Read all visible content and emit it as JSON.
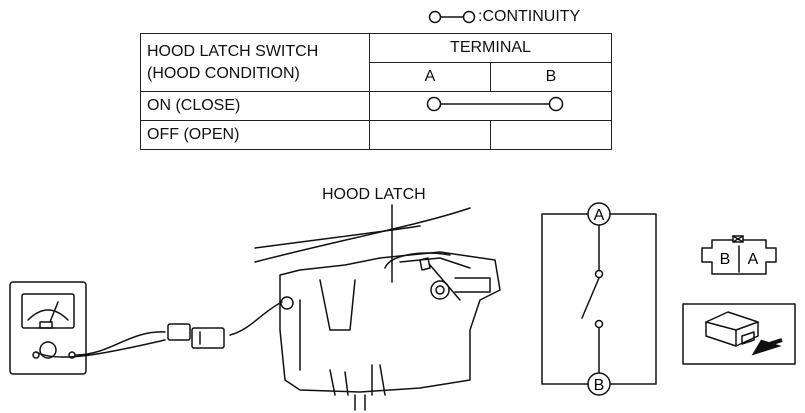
{
  "legend": {
    "text": ":CONTINUITY"
  },
  "table": {
    "header_line1": "HOOD LATCH SWITCH",
    "header_line2": "(HOOD CONDITION)",
    "terminal_label": "TERMINAL",
    "col_a": "A",
    "col_b": "B",
    "rows": [
      {
        "label": "ON (CLOSE)",
        "continuity": true
      },
      {
        "label": "OFF (OPEN)",
        "continuity": false
      }
    ]
  },
  "figure": {
    "hood_latch_label": "HOOD LATCH",
    "schematic": {
      "top_terminal": "A",
      "bottom_terminal": "B"
    },
    "connector": {
      "left_pin": "B",
      "right_pin": "A"
    }
  }
}
